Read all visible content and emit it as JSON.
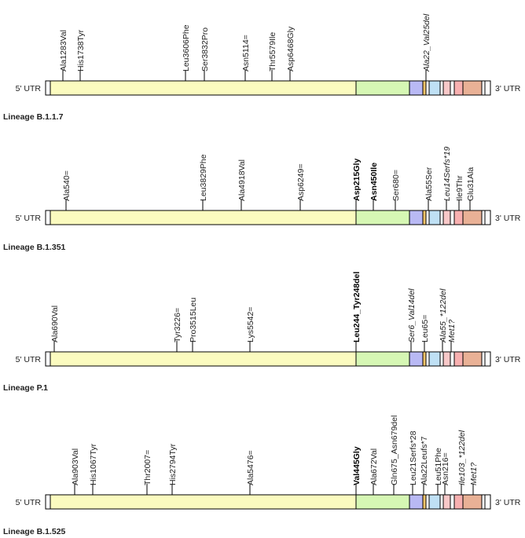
{
  "region_colors": {
    "ORF1ab": "#fbfbbf",
    "S": "#d6f7b4",
    "E_M": "#b9b9f4",
    "ORF3a": "#f8c56a",
    "ORF6_7": "#bfe0f4",
    "ORF8": "#f8c8c8",
    "ORF7b": "#f8b0b0",
    "N": "#e9b196",
    "outline": "#000000",
    "tick": "#000000"
  },
  "utr5_label": "5' UTR",
  "utr3_label": "3' UTR",
  "lineages": [
    {
      "name": "Lineage B.1.1.7",
      "mutations": [
        {
          "label": "Ala1283Val"
        },
        {
          "label": "His1738Tyr"
        },
        {
          "label": "Leu3606Phe"
        },
        {
          "label": "Ser3832Pro"
        },
        {
          "label": "Asn5114="
        },
        {
          "label": "Thr5579Ile"
        },
        {
          "label": "Asp6468Gly"
        },
        {
          "label": "Ala22_Val25del",
          "italic": true
        }
      ]
    },
    {
      "name": "Lineage B.1.351",
      "mutations": [
        {
          "label": "Ala540="
        },
        {
          "label": "Leu3829Phe"
        },
        {
          "label": "Ala4918Val"
        },
        {
          "label": "Asp6249="
        },
        {
          "label": "Asp215Gly",
          "bold": true
        },
        {
          "label": "Asn450Ile",
          "bold": true
        },
        {
          "label": "Ser680="
        },
        {
          "label": "Ala55Ser"
        },
        {
          "label": "Leu14Serfs*19",
          "italic": true
        },
        {
          "label": "Ile9Thr"
        },
        {
          "label": "Glu31Ala"
        }
      ]
    },
    {
      "name": "Lineage P.1",
      "mutations": [
        {
          "label": "Ala690Val"
        },
        {
          "label": "Tyr3226="
        },
        {
          "label": "Pro3515Leu"
        },
        {
          "label": "Lys5542="
        },
        {
          "label": "Leu244_Tyr248del",
          "bold": true
        },
        {
          "label": "Ser6_Val14del",
          "italic": true
        },
        {
          "label": "Leu65="
        },
        {
          "label": "Ala55_*122del",
          "italic": true
        },
        {
          "label": "Met1?",
          "italic": true
        }
      ]
    },
    {
      "name": "Lineage B.1.525",
      "mutations": [
        {
          "label": "Ala903Val"
        },
        {
          "label": "His1067Tyr"
        },
        {
          "label": "Thr2007="
        },
        {
          "label": "His2794Tyr"
        },
        {
          "label": "Ala5476="
        },
        {
          "label": "Val445Gly",
          "bold": true
        },
        {
          "label": "Ala672Val"
        },
        {
          "label": "Gln675_Asn679del"
        },
        {
          "label": "Leu21Serfs*28"
        },
        {
          "label": "Ala22Leufs*7"
        },
        {
          "label": "Leu51Phe"
        },
        {
          "label": "Asn216="
        },
        {
          "label": "Ile103_*122del",
          "italic": true
        },
        {
          "label": "Met1?",
          "italic": true
        }
      ]
    }
  ]
}
